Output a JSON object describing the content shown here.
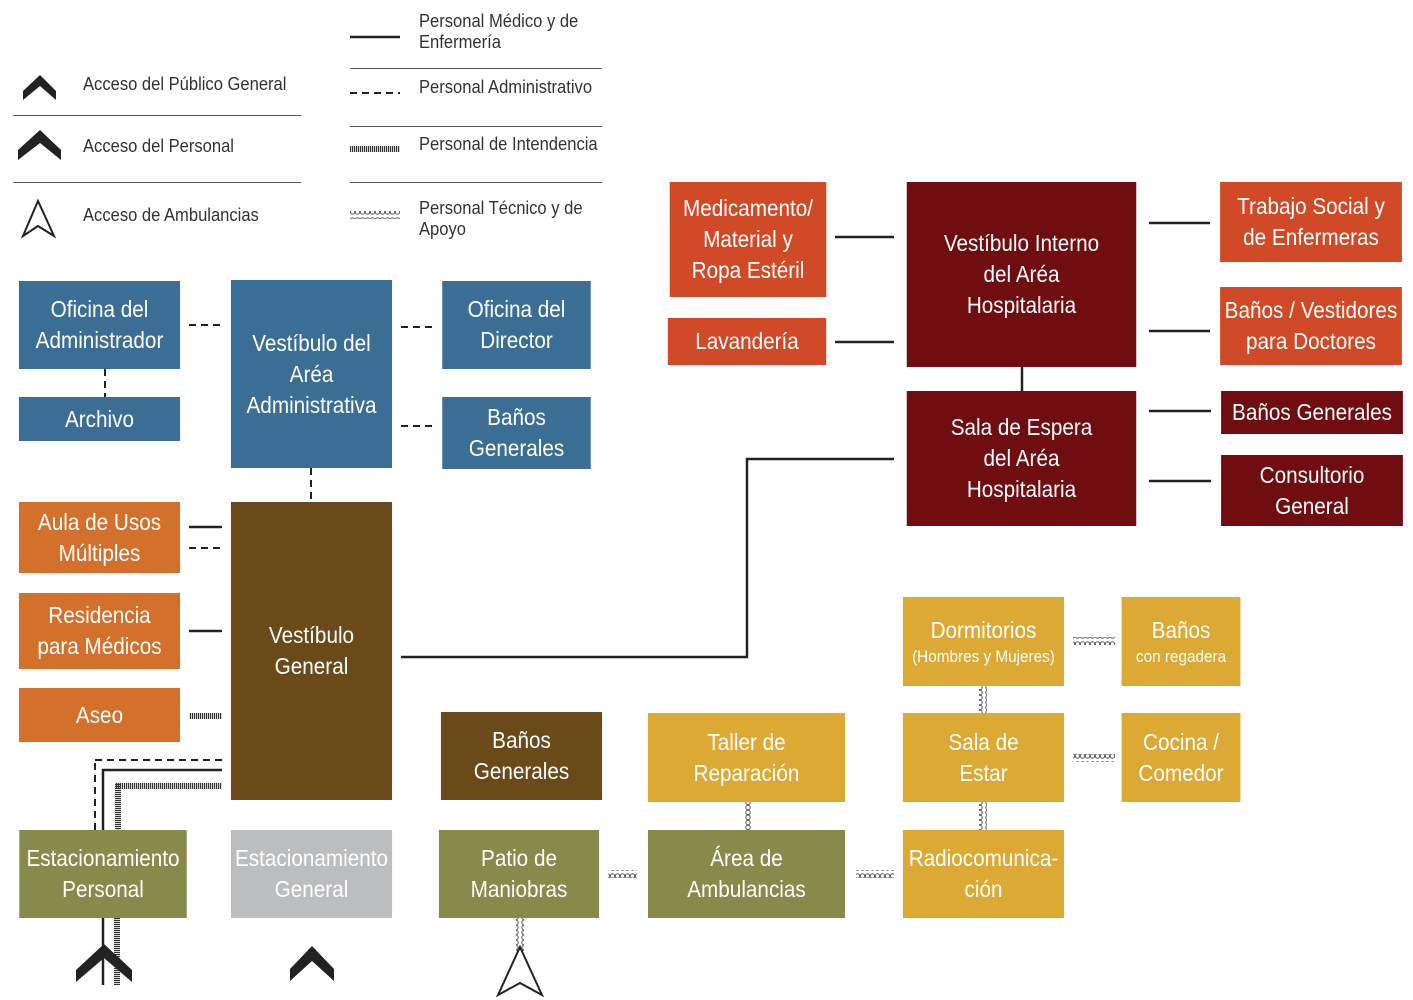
{
  "legend": {
    "access": [
      {
        "icon": "public-access-chevron-icon",
        "label": "Acceso del Público General"
      },
      {
        "icon": "staff-access-chevron-icon",
        "label": "Acceso del Personal"
      },
      {
        "icon": "ambulance-access-arrow-icon",
        "label": "Acceso de Ambulancias"
      }
    ],
    "lines": [
      {
        "style": "solid",
        "label": "Personal Médico y de Enfermería"
      },
      {
        "style": "dashed",
        "label": "Personal Administrativo"
      },
      {
        "style": "hatched",
        "label": "Personal de Intendencia"
      },
      {
        "style": "chain",
        "label": "Personal Técnico y de Apoyo"
      }
    ]
  },
  "colors": {
    "admin_blue": "#3B6E95",
    "general_orange": "#D2702C",
    "general_brown": "#6B4A19",
    "hospital_red": "#D04A27",
    "hospital_dark": "#700D10",
    "support_yellow": "#DBA934",
    "parking_olive": "#878A4A",
    "parking_gray": "#BCBDBF"
  },
  "areas": {
    "oficina_administrador": "Oficina del Administrador",
    "archivo": "Archivo",
    "vestibulo_administrativo": "Vestíbulo del Aréa Administrativa",
    "oficina_director": "Oficina del Director",
    "banos_admin": "Baños Generales",
    "aula": "Aula de Usos Múltiples",
    "residencia": "Residencia para Médicos",
    "aseo": "Aseo",
    "vestibulo_general": "Vestíbulo General",
    "banos_generales_centro": "Baños Generales",
    "medicamento": "Medicamento/ Material y Ropa Estéril",
    "lavanderia": "Lavandería",
    "vestibulo_hospitalario": "Vestíbulo Interno del Aréa Hospitalaria",
    "trabajo_social": "Trabajo Social y de Enfermeras",
    "banos_doctores": "Baños / Vestidores para Doctores",
    "sala_espera": "Sala de Espera del Aréa Hospitalaria",
    "banos_hospital": "Baños Generales",
    "consultorio": "Consultorio General",
    "dormitorios": "Dormitorios",
    "dormitorios_sub": "(Hombres y Mujeres)",
    "banos_regadera": "Baños",
    "banos_regadera_sub": "con regadera",
    "sala_estar": "Sala de Estar",
    "cocina": "Cocina / Comedor",
    "taller": "Taller de Reparación",
    "radiocomunicacion": "Radiocomunica- ción",
    "area_ambulancias": "Área de Ambulancias",
    "patio": "Patio de Maniobras",
    "estacionamiento_personal": "Estacionamiento Personal",
    "estacionamiento_general": "Estacionamiento General"
  }
}
